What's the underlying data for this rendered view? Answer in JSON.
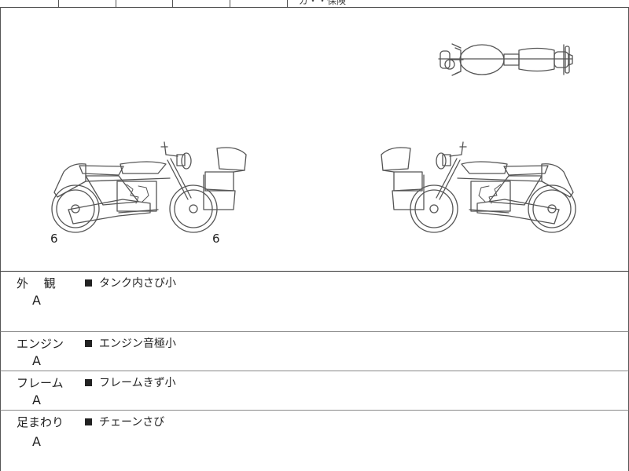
{
  "header": {
    "fragment": "ガ・・保険"
  },
  "diagram": {
    "side_left_damage": "6",
    "side_right_damage": "6"
  },
  "sections": [
    {
      "label": "外　 観",
      "grade": "A",
      "item": "タンク内さび小"
    },
    {
      "label": "エンジン",
      "grade": "A",
      "item": "エンジン音極小"
    },
    {
      "label": "フレーム",
      "grade": "A",
      "item": "フレームきず小"
    },
    {
      "label": "足まわり",
      "grade": "A",
      "item": "チェーンさび"
    }
  ],
  "colors": {
    "line": "#555555",
    "ink": "#222222"
  }
}
